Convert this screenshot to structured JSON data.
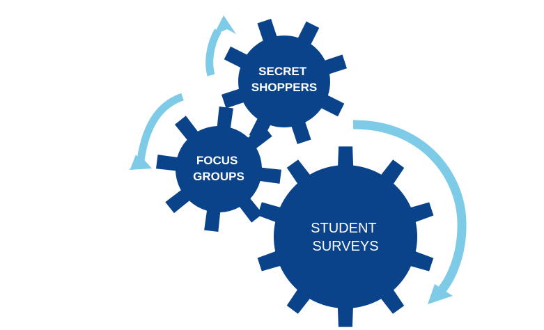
{
  "colors": {
    "gear": "#0b438b",
    "arrow": "#7ecbe8",
    "background": "#ffffff",
    "label": "#ffffff"
  },
  "gears": [
    {
      "id": "secret-shoppers",
      "lines": [
        "SECRET",
        "SHOPPERS"
      ]
    },
    {
      "id": "focus-groups",
      "lines": [
        "FOCUS",
        "GROUPS"
      ]
    },
    {
      "id": "student-surveys",
      "lines": [
        "STUDENT",
        "SURVEYS"
      ]
    }
  ],
  "arrows": [
    {
      "id": "arrow-top",
      "icon": "curved-arrow-icon"
    },
    {
      "id": "arrow-left",
      "icon": "curved-arrow-icon"
    },
    {
      "id": "arrow-right",
      "icon": "curved-arrow-icon"
    }
  ]
}
